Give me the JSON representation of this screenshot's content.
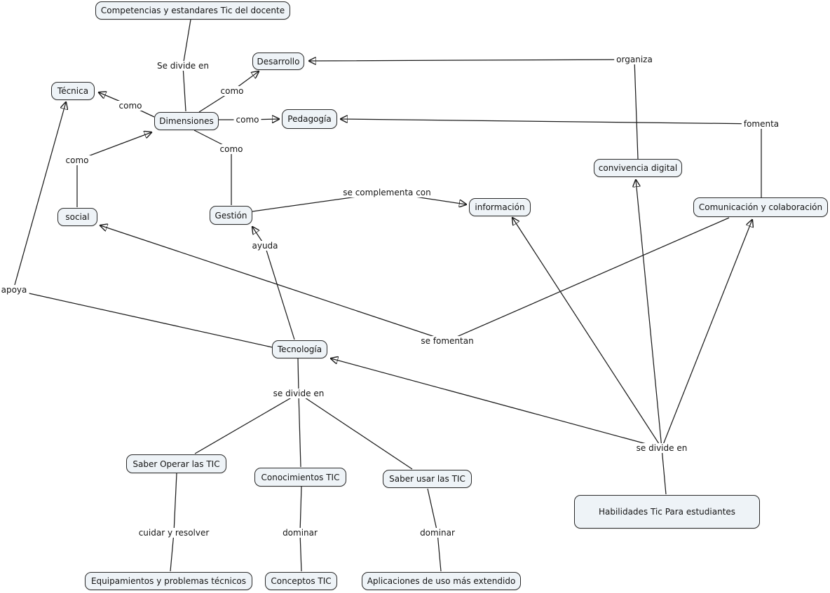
{
  "diagram": {
    "type": "concept-map",
    "background_color": "#ffffff",
    "node_fill_color": "#eef3f7",
    "node_border_color": "#2a2a2a",
    "line_color": "#1c1c1c"
  },
  "nodes": {
    "competencias": {
      "label": "Competencias y estandares Tic del docente"
    },
    "desarrollo": {
      "label": "Desarrollo"
    },
    "tecnica": {
      "label": "Técnica"
    },
    "dimensiones": {
      "label": "Dimensiones"
    },
    "pedagogia": {
      "label": "Pedagogía"
    },
    "convivencia": {
      "label": "convivencia digital"
    },
    "comunicacion": {
      "label": "Comunicación y colaboración"
    },
    "social": {
      "label": "social"
    },
    "gestion": {
      "label": "Gestión"
    },
    "informacion": {
      "label": "información"
    },
    "tecnologia": {
      "label": "Tecnología"
    },
    "saber_operar": {
      "label": "Saber Operar las TIC"
    },
    "conocimientos": {
      "label": "Conocimientos TIC"
    },
    "saber_usar": {
      "label": "Saber usar las TIC"
    },
    "habilidades": {
      "label": "Habilidades Tic Para estudiantes"
    },
    "equipamientos": {
      "label": "Equipamientos y problemas técnicos"
    },
    "conceptos": {
      "label": "Conceptos TIC"
    },
    "aplicaciones": {
      "label": "Aplicaciones de uso más extendido"
    }
  },
  "edge_labels": {
    "se_divide_top": "Se divide en",
    "como_tecnica": "como",
    "como_desarrollo": "como",
    "como_pedagogia": "como",
    "como_gestion": "como",
    "como_social": "como",
    "organiza": "organiza",
    "fomenta": "fomenta",
    "se_complementa": "se complementa con",
    "ayuda": "ayuda",
    "apoya": "apoya",
    "se_fomentan": "se fomentan",
    "se_divide_tecnologia": "se divide en",
    "se_divide_habilidades": "se divide en",
    "cuidar_y_resolver": "cuidar y resolver",
    "dominar_conocimientos": "dominar",
    "dominar_saber_usar": "dominar"
  },
  "relationships": [
    {
      "from": "Competencias y estandares Tic del docente",
      "label": "Se divide en",
      "to": [
        "Dimensiones"
      ],
      "arrow": false
    },
    {
      "from": "Dimensiones",
      "label": "como",
      "to": [
        "Técnica"
      ],
      "arrow": true
    },
    {
      "from": "Dimensiones",
      "label": "como",
      "to": [
        "Desarrollo"
      ],
      "arrow": true
    },
    {
      "from": "Dimensiones",
      "label": "como",
      "to": [
        "Pedagogía"
      ],
      "arrow": true
    },
    {
      "from": "Dimensiones",
      "label": "como",
      "to": [
        "Gestión"
      ],
      "arrow": false
    },
    {
      "from": "social",
      "label": "como",
      "to": [
        "Dimensiones"
      ],
      "arrow": true
    },
    {
      "from": "convivencia digital",
      "label": "organiza",
      "to": [
        "Desarrollo"
      ],
      "arrow": true
    },
    {
      "from": "Comunicación y colaboración",
      "label": "fomenta",
      "to": [
        "Pedagogía"
      ],
      "arrow": true
    },
    {
      "from": "Gestión",
      "label": "se complementa con",
      "to": [
        "información"
      ],
      "arrow": true
    },
    {
      "from": "Tecnología",
      "label": "ayuda",
      "to": [
        "Gestión"
      ],
      "arrow": true
    },
    {
      "from": "Tecnología",
      "label": "apoya",
      "to": [
        "Técnica"
      ],
      "arrow": true
    },
    {
      "from": "Comunicación y colaboración",
      "label": "se fomentan",
      "to": [
        "social"
      ],
      "arrow": true
    },
    {
      "from": "Tecnología",
      "label": "se divide en",
      "to": [
        "Saber Operar las TIC",
        "Conocimientos TIC",
        "Saber usar las TIC"
      ],
      "arrow": false
    },
    {
      "from": "Habilidades Tic Para estudiantes",
      "label": "se divide en",
      "to": [
        "Tecnología",
        "convivencia digital",
        "información",
        "Comunicación y colaboración"
      ],
      "arrow": true
    },
    {
      "from": "Saber Operar las TIC",
      "label": "cuidar y resolver",
      "to": [
        "Equipamientos y problemas técnicos"
      ],
      "arrow": false
    },
    {
      "from": "Conocimientos TIC",
      "label": "dominar",
      "to": [
        "Conceptos TIC"
      ],
      "arrow": false
    },
    {
      "from": "Saber usar las TIC",
      "label": "dominar",
      "to": [
        "Aplicaciones de uso más extendido"
      ],
      "arrow": false
    }
  ]
}
